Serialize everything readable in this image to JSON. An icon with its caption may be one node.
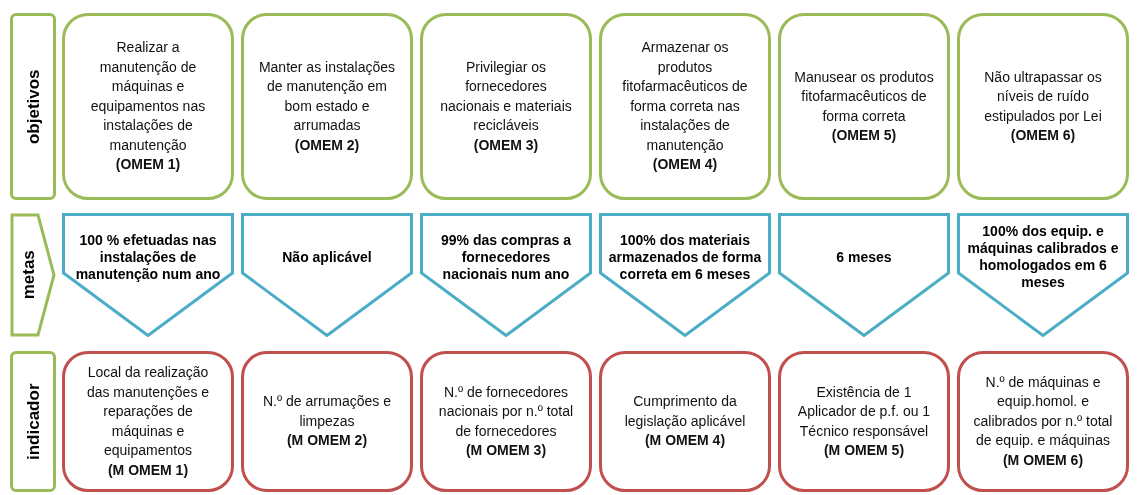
{
  "diagram": {
    "nodes": [
      {
        "text": [
          "objetivos"
        ]
      },
      {
        "text": [
          "Realizar a manutenção de máquinas e equipamentos nas instalações de manutenção",
          "(OMEM 1)"
        ]
      },
      {
        "text": [
          "Manter as instalações de manutenção em bom estado e arrumadas",
          "(OMEM 2)"
        ]
      },
      {
        "text": [
          "Privilegiar os fornecedores nacionais e materiais recicláveis",
          "(OMEM 3)"
        ]
      },
      {
        "text": [
          "Armazenar  os produtos fitofarmacêuticos de forma correta nas instalações de manutenção",
          "(OMEM 4)"
        ]
      },
      {
        "text": [
          "Manusear  os produtos fitofarmacêuticos de forma correta",
          "(OMEM 5)"
        ]
      },
      {
        "text": [
          "Não ultrapassar os níveis de ruído estipulados por Lei",
          "(OMEM 6)"
        ]
      },
      {
        "text": [
          "metas"
        ]
      },
      {
        "text": [
          "100 % efetuadas nas instalações de manutenção num ano"
        ]
      },
      {
        "text": [
          "Não aplicável"
        ]
      },
      {
        "text": [
          "99% das  compras a fornecedores nacionais num ano"
        ]
      },
      {
        "text": [
          "100% dos materiais armazenados de forma correta em 6 meses"
        ]
      },
      {
        "text": [
          "6 meses"
        ]
      },
      {
        "text": [
          "100% dos equip. e máquinas calibrados e homologados em 6 meses"
        ]
      },
      {
        "text": [
          "indicador"
        ]
      },
      {
        "text": [
          "Local da realização das manutenções e reparações de máquinas e equipamentos",
          "(M OMEM 1)"
        ]
      },
      {
        "text": [
          "N.º de arrumações e limpezas",
          "(M OMEM 2)"
        ]
      },
      {
        "text": [
          "N.º de fornecedores nacionais por n.º total de fornecedores",
          "(M OMEM 3)"
        ]
      },
      {
        "text": [
          "Cumprimento da legislação aplicável",
          "(M OMEM 4)"
        ]
      },
      {
        "text": [
          "Existência de 1 Aplicador de p.f. ou 1 Técnico responsável",
          "(M OMEM 5)"
        ]
      },
      {
        "text": [
          "N.º de máquinas e equip.homol. e calibrados por n.º total de equip. e máquinas",
          "(M OMEM 6)"
        ]
      }
    ]
  }
}
